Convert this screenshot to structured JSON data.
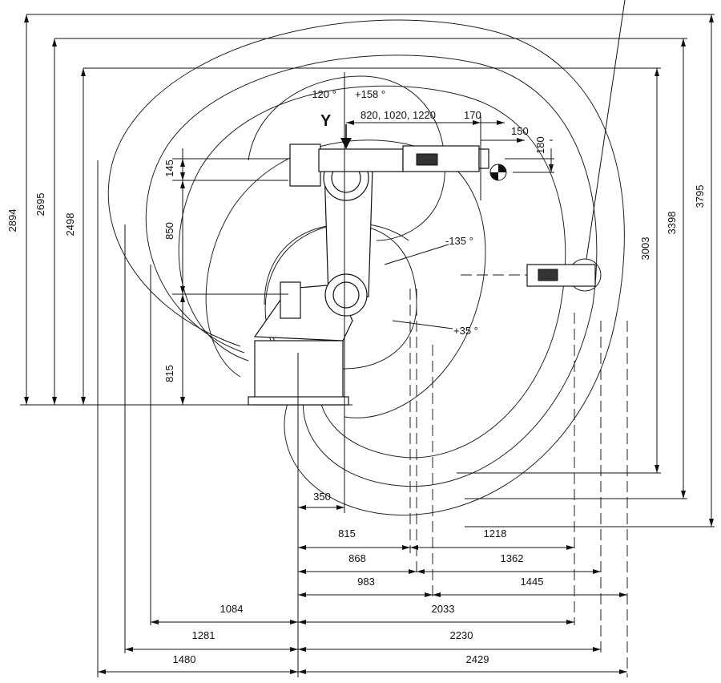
{
  "axis_label": "Y",
  "angles": {
    "axis_a1_neg": "-120 °",
    "axis_a1_pos": "+158 °",
    "axis_a3_neg": "-135 °",
    "axis_a3_pos": "+35 °"
  },
  "top_dims": {
    "arm_lengths": "820, 1020, 1220",
    "wrist": "170",
    "flange": "150",
    "offset": "180"
  },
  "left_dims": {
    "h_2894": "2894",
    "h_2695": "2695",
    "h_2498": "2498",
    "h_145": "145",
    "h_850": "850",
    "h_815": "815"
  },
  "right_dims": {
    "h_3003": "3003",
    "h_3398": "3398",
    "h_3795": "3795"
  },
  "bottom_dims": {
    "d_350": "350",
    "d_815": "815",
    "d_1218": "1218",
    "d_868": "868",
    "d_1362": "1362",
    "d_983": "983",
    "d_1445": "1445",
    "d_2033": "2033",
    "d_2230": "2230",
    "d_2429": "2429",
    "d_1084": "1084",
    "d_1281": "1281",
    "d_1480": "1480"
  }
}
